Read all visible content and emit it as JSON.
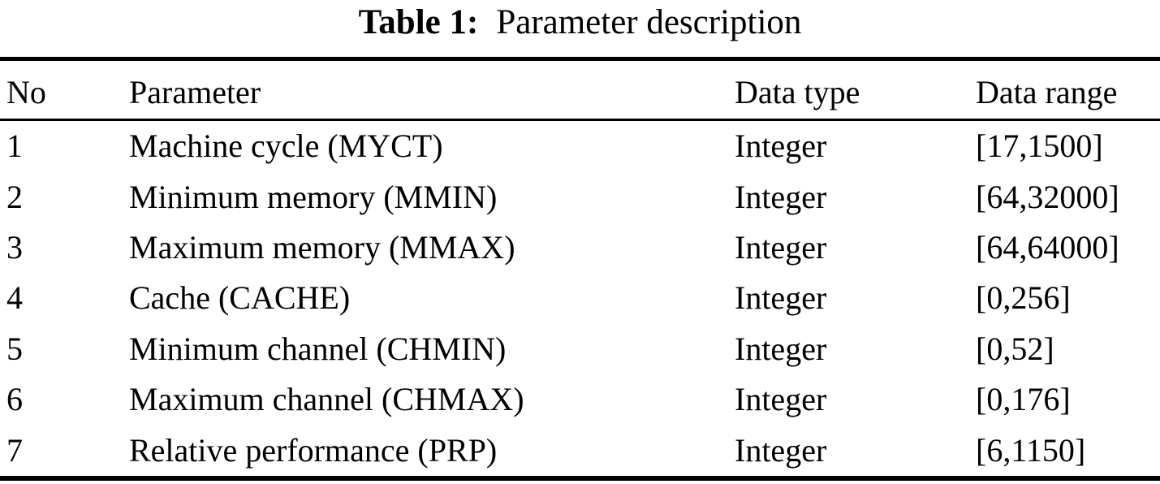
{
  "caption": {
    "label": "Table 1:",
    "text": "Parameter description"
  },
  "table": {
    "columns": [
      "No",
      "Parameter",
      "Data type",
      "Data range"
    ],
    "rows": [
      {
        "no": "1",
        "parameter": "Machine cycle (MYCT)",
        "type": "Integer",
        "range": "[17,1500]"
      },
      {
        "no": "2",
        "parameter": "Minimum memory (MMIN)",
        "type": "Integer",
        "range": "[64,32000]"
      },
      {
        "no": "3",
        "parameter": "Maximum memory (MMAX)",
        "type": "Integer",
        "range": "[64,64000]"
      },
      {
        "no": "4",
        "parameter": "Cache (CACHE)",
        "type": "Integer",
        "range": "[0,256]"
      },
      {
        "no": "5",
        "parameter": "Minimum channel (CHMIN)",
        "type": "Integer",
        "range": "[0,52]"
      },
      {
        "no": "6",
        "parameter": "Maximum channel (CHMAX)",
        "type": "Integer",
        "range": "[0,176]"
      },
      {
        "no": "7",
        "parameter": "Relative performance (PRP)",
        "type": "Integer",
        "range": "[6,1150]"
      }
    ]
  },
  "colors": {
    "text": "#000000",
    "background": "#ffffff",
    "rule": "#000000"
  }
}
